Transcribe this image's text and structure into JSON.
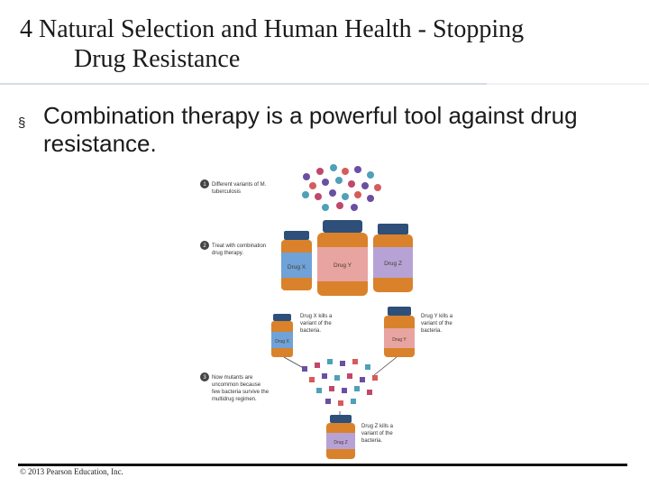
{
  "slide": {
    "title_line1": "4 Natural Selection and Human Health - Stopping",
    "title_line2": "Drug Resistance",
    "bullet_mark": "§",
    "bullet_text": "Combination therapy is a powerful tool against drug resistance.",
    "copyright": "© 2013 Pearson Education, Inc."
  },
  "figure": {
    "steps": [
      {
        "num": "1",
        "line1": "Different variants of M.",
        "line2": "tuberculosis"
      },
      {
        "num": "2",
        "line1": "Treat with combination",
        "line2": "drug therapy."
      },
      {
        "num": "3",
        "line1": "Now mutants are",
        "line2": "uncommon because",
        "line3": "few bacteria survive the",
        "line4": "multidrug regimen."
      }
    ],
    "drugs": {
      "x": "Drug X",
      "y": "Drug Y",
      "z": "Drug Z"
    },
    "kills": {
      "x": {
        "line1": "Drug X kills a",
        "line2": "variant of the",
        "line3": "bacteria."
      },
      "y": {
        "line1": "Drug Y kills a",
        "line2": "variant of the",
        "line3": "bacteria."
      },
      "z": {
        "line1": "Drug Z kills a",
        "line2": "variant of the",
        "line3": "bacteria."
      }
    },
    "colors": {
      "blue_cap": "#2d4f7a",
      "orange_body": "#d9822b",
      "blue_label": "#6fa2d8",
      "pink_label": "#e8a4a0",
      "purple_label": "#b7a2d6"
    }
  }
}
